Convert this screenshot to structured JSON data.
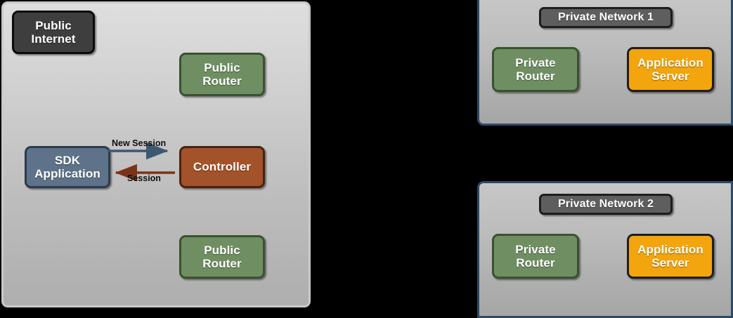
{
  "diagram": {
    "title_semantic": "network-session-architecture",
    "background_color": "#000000",
    "public_zone": {
      "name": "public-internet-zone",
      "border_color": "#c9c9c9",
      "nodes": [
        {
          "id": "public-internet",
          "label": "Public\nInternet",
          "line1": "Public",
          "line2": "Internet",
          "color": "#3e3e3e"
        },
        {
          "id": "public-router-top",
          "label": "Public Router",
          "line1": "Public",
          "line2": "Router",
          "color": "#6f8f63"
        },
        {
          "id": "sdk-application",
          "label": "SDK Application",
          "line1": "SDK",
          "line2": "Application",
          "color": "#5e7389"
        },
        {
          "id": "controller",
          "label": "Controller",
          "line1": "Controller",
          "line2": "",
          "color": "#a3522a"
        },
        {
          "id": "public-router-bottom",
          "label": "Public Router",
          "line1": "Public",
          "line2": "Router",
          "color": "#6f8f63"
        }
      ],
      "edges": [
        {
          "id": "new-session",
          "label": "New Session",
          "from": "sdk-application",
          "to": "controller",
          "direction": "right",
          "color": "#3c5872"
        },
        {
          "id": "session",
          "label": "Session",
          "from": "controller",
          "to": "sdk-application",
          "direction": "left",
          "color": "#7b3318"
        }
      ]
    },
    "private_zones": [
      {
        "id": "private-network-1",
        "title": "Private Network 1",
        "border_color": "#2b4b68",
        "title_color": "#5e5e5e",
        "nodes": [
          {
            "id": "private-router-1",
            "label": "Private Router",
            "line1": "Private",
            "line2": "Router",
            "color": "#6f8f63"
          },
          {
            "id": "application-server-1",
            "label": "Application Server",
            "line1": "Application",
            "line2": "Server",
            "color": "#f2a50c"
          }
        ]
      },
      {
        "id": "private-network-2",
        "title": "Private Network 2",
        "border_color": "#2b4b68",
        "title_color": "#5e5e5e",
        "nodes": [
          {
            "id": "private-router-2",
            "label": "Private Router",
            "line1": "Private",
            "line2": "Router",
            "color": "#6f8f63"
          },
          {
            "id": "application-server-2",
            "label": "Application Server",
            "line1": "Application",
            "line2": "Server",
            "color": "#f2a50c"
          }
        ]
      }
    ]
  }
}
